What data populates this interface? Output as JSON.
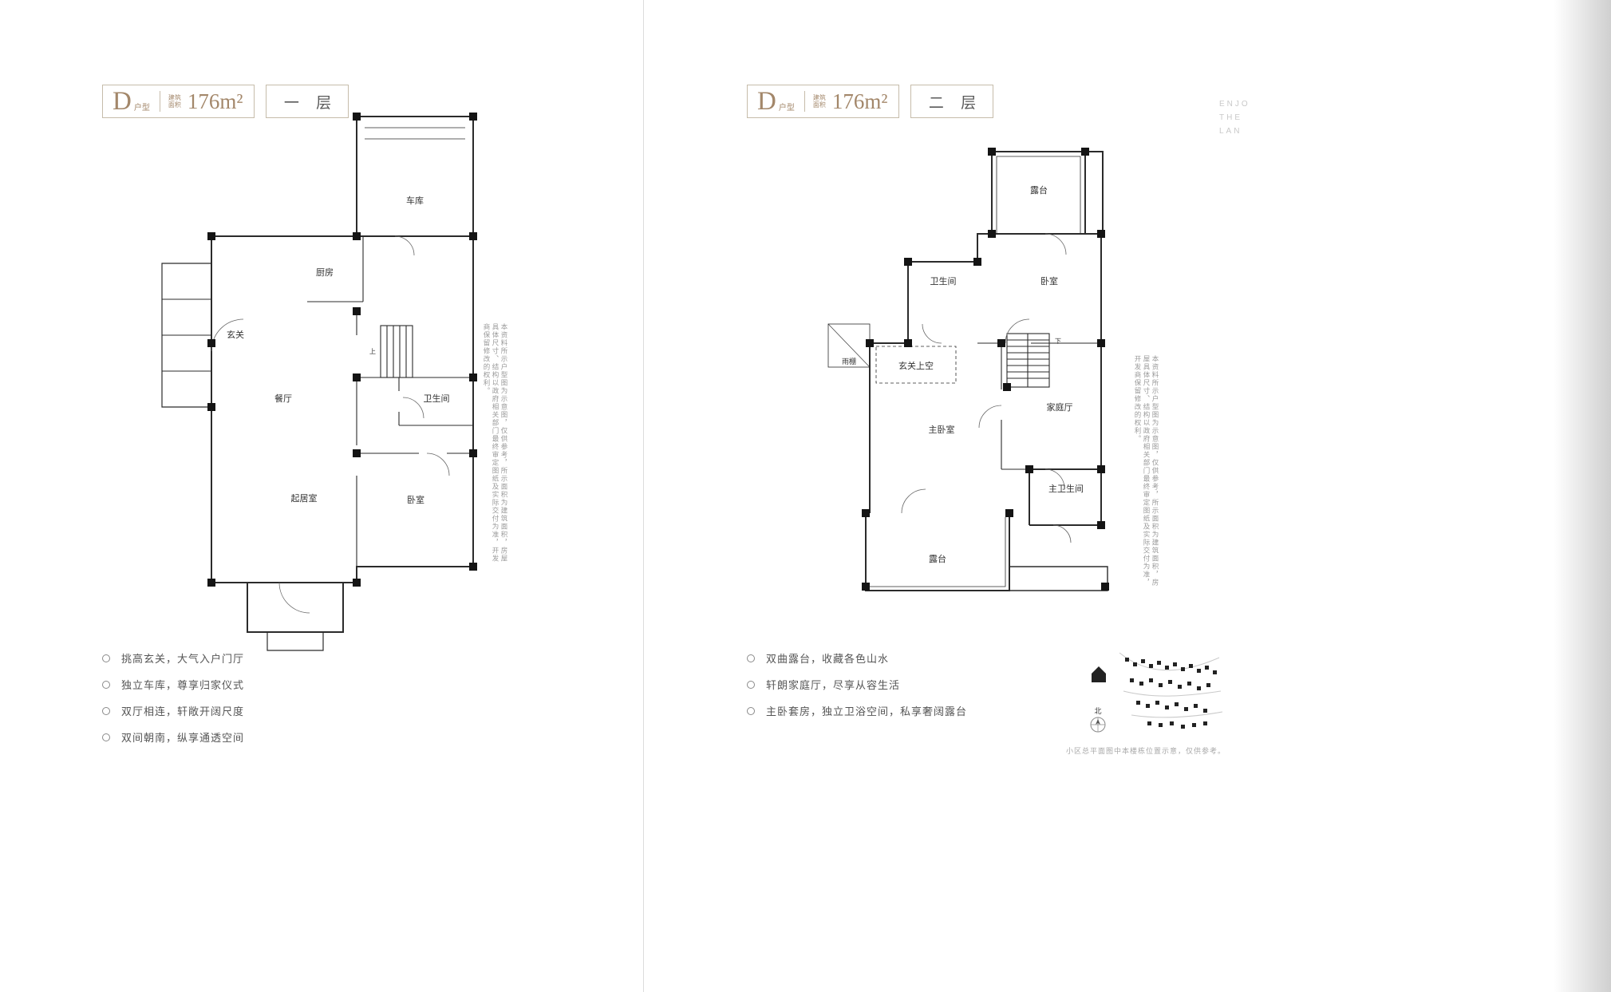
{
  "left_panel": {
    "header": {
      "unit_letter": "D",
      "unit_type_label": "户型",
      "area_label": "建筑面积",
      "area_value": "176m²",
      "floor_label": "一 层"
    },
    "plan_labels": {
      "garage": "车库",
      "kitchen": "厨房",
      "foyer": "玄关",
      "dining": "餐厅",
      "bathroom": "卫生间",
      "living": "起居室",
      "bedroom": "卧室",
      "stairs_up": "上"
    },
    "side_note": "本资料所示户型图为示意图，仅供参考，所示面积为建筑面积，房屋具体尺寸、结构以政府相关部门最终审定图纸及实际交付为准，开发商保留修改的权利。",
    "bullets": [
      "挑高玄关，大气入户门厅",
      "独立车库，尊享归家仪式",
      "双厅相连，轩敞开阔尺度",
      "双间朝南，纵享通透空间"
    ]
  },
  "right_panel": {
    "header": {
      "unit_letter": "D",
      "unit_type_label": "户型",
      "area_label": "建筑面积",
      "area_value": "176m²",
      "floor_label": "二 层"
    },
    "plan_labels": {
      "terrace_top": "露台",
      "bathroom": "卫生间",
      "bedroom": "卧室",
      "rain_canopy": "雨棚",
      "foyer_void": "玄关上空",
      "family_room": "家庭厅",
      "master_bedroom": "主卧室",
      "master_bathroom": "主卫生间",
      "terrace_bottom": "露台",
      "stairs_down": "下"
    },
    "side_note": "本资料所示户型图为示意图，仅供参考，所示面积为建筑面积，房屋具体尺寸、结构以政府相关部门最终审定图纸及实际交付为准，开发商保留修改的权利。",
    "bullets": [
      "双曲露台，收藏各色山水",
      "轩朗家庭厅，尽享从容生活",
      "主卧套房，独立卫浴空间，私享奢阔露台"
    ],
    "site_map": {
      "compass_label": "北",
      "caption": "小区总平面图中本楼栋位置示意，仅供参考。"
    }
  },
  "edge_text": {
    "line1": "ENJO",
    "line2": "THE",
    "line3": "LAN"
  }
}
